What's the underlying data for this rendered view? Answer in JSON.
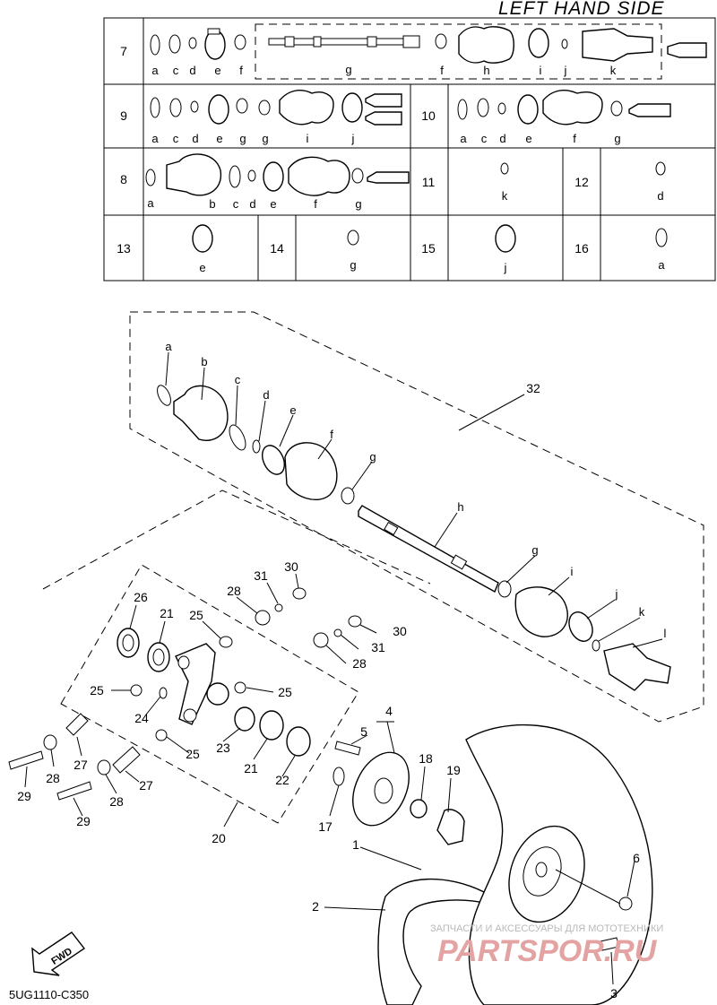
{
  "header": {
    "title": "LEFT HAND SIDE"
  },
  "table": {
    "row7": {
      "number": "7",
      "letters": [
        "a",
        "c",
        "d",
        "e",
        "f",
        "g",
        "f",
        "h",
        "i",
        "j",
        "k"
      ]
    },
    "row9": {
      "number": "9",
      "letters": [
        "a",
        "c",
        "d",
        "e",
        "g",
        "g",
        "i",
        "j"
      ]
    },
    "row10": {
      "number": "10",
      "letters": [
        "a",
        "c",
        "d",
        "e",
        "f",
        "g"
      ]
    },
    "row8": {
      "number": "8",
      "letters": [
        "a",
        "b",
        "c",
        "d",
        "e",
        "f",
        "g"
      ]
    },
    "row11": {
      "number": "11",
      "letter": "k"
    },
    "row12": {
      "number": "12",
      "letter": "d"
    },
    "row13": {
      "number": "13",
      "letter": "e"
    },
    "row14": {
      "number": "14",
      "letter": "g"
    },
    "row15": {
      "number": "15",
      "letter": "j"
    },
    "row16": {
      "number": "16",
      "letter": "a"
    }
  },
  "axle": {
    "assembly_number": "32",
    "letters": [
      "a",
      "b",
      "c",
      "d",
      "e",
      "f",
      "g",
      "h",
      "g",
      "i",
      "j",
      "k",
      "l"
    ]
  },
  "knuckle": {
    "assembly_number": "20",
    "callouts": [
      "26",
      "21",
      "25",
      "28",
      "31",
      "30",
      "30",
      "31",
      "28",
      "25",
      "25",
      "24",
      "25",
      "23",
      "21",
      "22",
      "27",
      "28",
      "27",
      "28",
      "29",
      "29"
    ]
  },
  "wheel": {
    "callouts": [
      "4",
      "5",
      "18",
      "19",
      "17",
      "1",
      "2",
      "6",
      "3"
    ]
  },
  "footer": {
    "fwd_label": "FWD",
    "code": "5UG1110-C350"
  },
  "watermark": {
    "small_text": "ЗАПЧАСТИ И АКСЕССУАРЫ ДЛЯ МОТОТЕХНИКИ",
    "brand": "PARTSPOR.RU"
  }
}
